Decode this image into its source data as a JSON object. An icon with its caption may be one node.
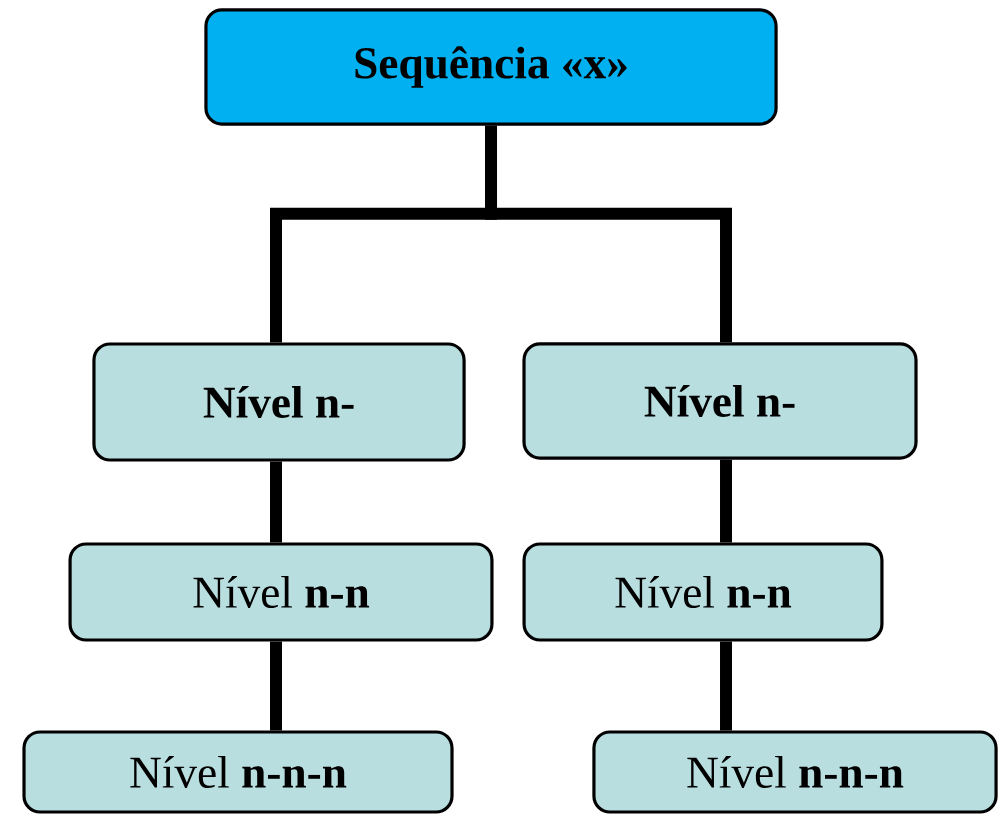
{
  "diagram": {
    "nodes": [
      {
        "text": [
          "Sequência «x»"
        ]
      },
      {
        "text": [
          "Nível n-"
        ]
      },
      {
        "text": [
          "Nível n-"
        ]
      },
      {
        "text": [
          "Nível **n-n**"
        ]
      },
      {
        "text": [
          "Nível **n-n**"
        ]
      },
      {
        "text": [
          "Nível **n-n-n**"
        ]
      },
      {
        "text": [
          "Nível **n-n-n**"
        ]
      }
    ],
    "edges": [
      {
        "from": 0,
        "to": 1,
        "arrow": "none"
      },
      {
        "from": 0,
        "to": 2,
        "arrow": "none"
      },
      {
        "from": 1,
        "to": 3,
        "arrow": "none"
      },
      {
        "from": 2,
        "to": 4,
        "arrow": "none"
      },
      {
        "from": 3,
        "to": 5,
        "arrow": "none"
      },
      {
        "from": 4,
        "to": 6,
        "arrow": "none"
      }
    ]
  }
}
